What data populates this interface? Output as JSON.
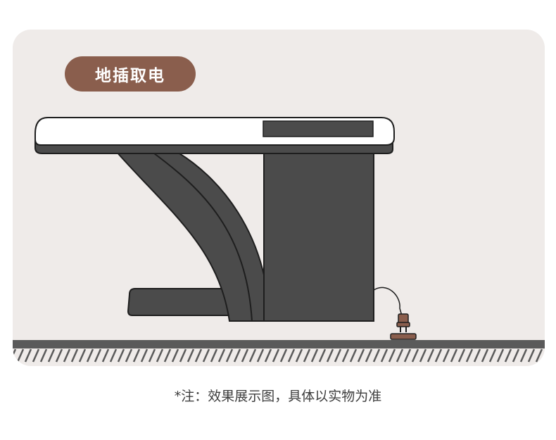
{
  "badge": {
    "label": "地插取电"
  },
  "note": {
    "text": "*注：效果展示图，具体以实物为准"
  },
  "colors": {
    "card_background": "#efebe9",
    "badge_background": "#8a5e4d",
    "desk_body": "#4b4b4b",
    "desk_outline": "#1e1e1e",
    "tabletop": "#ffffff",
    "floor": "#5a5a5a",
    "plug": "#8a5e4d"
  },
  "icons": [
    "desk-illustration",
    "floor-socket-icon",
    "power-plug-icon"
  ]
}
